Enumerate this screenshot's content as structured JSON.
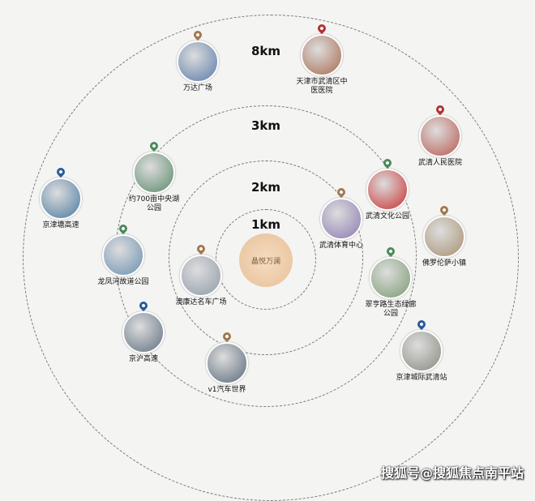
{
  "rings": [
    {
      "label": "1km"
    },
    {
      "label": "2km"
    },
    {
      "label": "3km"
    },
    {
      "label": "8km"
    }
  ],
  "center_logo": "晶悦万澜",
  "pois": [
    {
      "name": "万达广场",
      "pin": "#a07850"
    },
    {
      "name": "天津市武清区中医医院",
      "pin": "#b03030"
    },
    {
      "name": "武清人民医院",
      "pin": "#b03030"
    },
    {
      "name": "京津塘高速",
      "pin": "#2a5a9a"
    },
    {
      "name": "约700亩中央湖公园",
      "pin": "#4a8a5a"
    },
    {
      "name": "武清文化公园",
      "pin": "#4a8a5a"
    },
    {
      "name": "武清体育中心",
      "pin": "#a07850"
    },
    {
      "name": "佛罗伦萨小镇",
      "pin": "#a07850"
    },
    {
      "name": "龙凤河故道公园",
      "pin": "#4a8a5a"
    },
    {
      "name": "澳康达名车广场",
      "pin": "#a07850"
    },
    {
      "name": "翠亨路生态绿廊公园",
      "pin": "#4a8a5a"
    },
    {
      "name": "京沪高速",
      "pin": "#2a5a9a"
    },
    {
      "name": "v1汽车世界",
      "pin": "#a07850"
    },
    {
      "name": "京津城际武清站",
      "pin": "#2a5a9a"
    }
  ],
  "watermark": "搜狐号@搜狐焦点南平站"
}
